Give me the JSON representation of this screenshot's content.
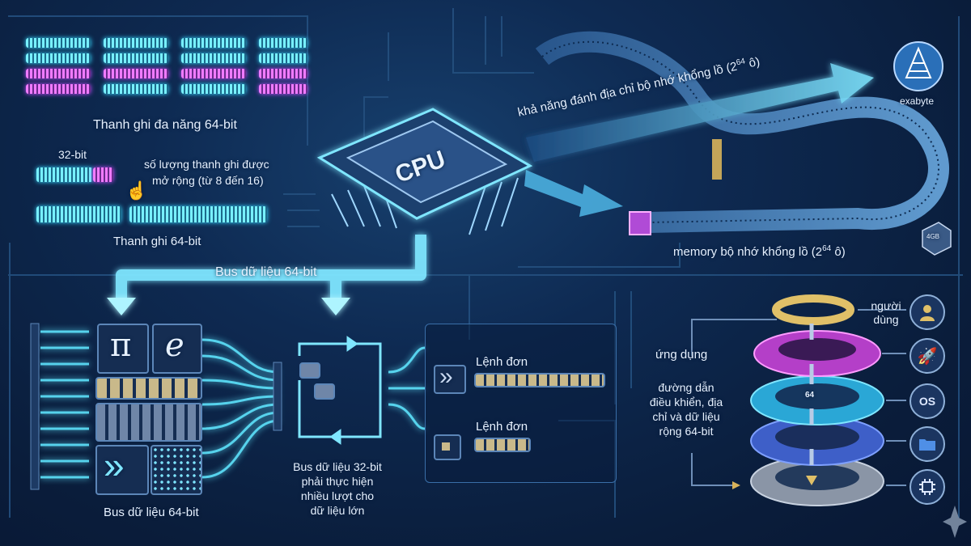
{
  "registers": {
    "general_label": "Thanh ghi đa năng 64-bit",
    "bit32_label": "32-bit",
    "expanded_label_line1": "số lượng thanh ghi được",
    "expanded_label_line2": "mở rộng (từ 8 đến 16)",
    "reg64_label": "Thanh ghi 64-bit"
  },
  "cpu": {
    "label": "CPU"
  },
  "memory": {
    "addressing_label": "khả năng đánh địa chỉ bộ nhớ khổng lồ (2",
    "addressing_exp": "64",
    "addressing_tail": " ô)",
    "exabyte_label": "exabyte",
    "memory_label": "memory bộ nhớ khổng lồ (2",
    "memory_exp": "64",
    "memory_tail": " ô)",
    "cube_label": "4GB"
  },
  "bus": {
    "top_label": "Bus dữ liệu 64-bit",
    "bottom_label": "Bus dữ liệu 64-bit",
    "bus32_line1": "Bus dữ liệu 32-bit",
    "bus32_line2": "phải thực hiện",
    "bus32_line3": "nhiều lượt cho",
    "bus32_line4": "dữ liệu lớn"
  },
  "symbols": {
    "pi": "π",
    "e": "e",
    "chevrons": "»"
  },
  "instructions": {
    "item1": "Lệnh đơn",
    "item2": "Lệnh đơn"
  },
  "stack": {
    "user_line1": "người",
    "user_line2": "dùng",
    "app_label": "ứng dụng",
    "path_line1": "đường dẫn",
    "path_line2": "điều khiển, địa",
    "path_line3": "chỉ và dữ liệu",
    "path_line4": "rộng 64-bit",
    "os_icon": "OS",
    "ring_64": "64"
  },
  "colors": {
    "cyan": "#5fe6ff",
    "pink": "#d14bff",
    "gold": "#d8b25a",
    "panel": "#3a6ea8"
  }
}
